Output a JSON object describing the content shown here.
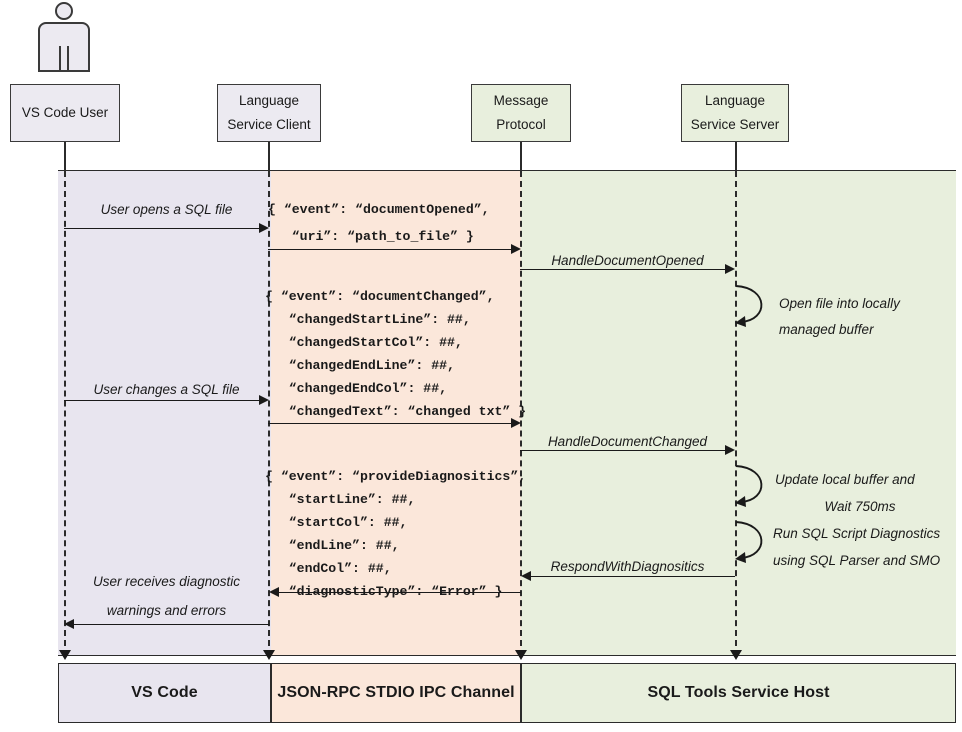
{
  "diagram": {
    "title": "SQL Tools Service language protocol sequence diagram",
    "colors": {
      "vscode_band": "#e8e5ef",
      "ipc_band": "#fbe7da",
      "service_band": "#e8efdd",
      "stroke": "#2b2b2b"
    }
  },
  "actor": {
    "name": "actor-figure"
  },
  "lifelines": [
    {
      "id": "vs-code-user",
      "line1": "VS Code User",
      "line2": ""
    },
    {
      "id": "language-service-client",
      "line1": "Language",
      "line2": "Service Client"
    },
    {
      "id": "message-protocol",
      "line1": "Message",
      "line2": "Protocol"
    },
    {
      "id": "language-service-server",
      "line1": "Language",
      "line2": "Service Server"
    }
  ],
  "messages": {
    "user_opens": "User opens a SQL file",
    "user_changes": "User changes a SQL file",
    "user_receives_l1": "User receives diagnostic",
    "user_receives_l2": "warnings and errors",
    "handle_document_opened": "HandleDocumentOpened",
    "handle_document_changed": "HandleDocumentChanged",
    "respond_with_diagnostics": "RespondWithDiagnositics"
  },
  "payloads": {
    "document_opened": [
      "{ “event”: “documentOpened”,",
      "   “uri”: “path_to_file” }"
    ],
    "document_changed": [
      "{ “event”: “documentChanged”,",
      "   “changedStartLine”: ##,",
      "   “changedStartCol”: ##,",
      "   “changedEndLine”: ##,",
      "   “changedEndCol”: ##,",
      "   “changedText”: “changed txt” }"
    ],
    "provide_diagnostics": [
      "{ “event”: “provideDiagnositics”,",
      "   “startLine”: ##,",
      "   “startCol”: ##,",
      "   “endLine”: ##,",
      "   “endCol”: ##,",
      "   “diagnosticType”: “Error” }"
    ]
  },
  "self_loops": [
    {
      "id": "open-file",
      "line1": "Open file into locally",
      "line2": "managed buffer"
    },
    {
      "id": "update-buffer",
      "line1": "Update local buffer and",
      "line2": "Wait 750ms"
    },
    {
      "id": "run-diagnostics",
      "line1": "Run SQL Script Diagnostics",
      "line2": "using SQL Parser and SMO"
    }
  ],
  "footer": [
    {
      "id": "vs-code",
      "label": "VS Code"
    },
    {
      "id": "ipc",
      "label": "JSON-RPC STDIO IPC Channel"
    },
    {
      "id": "sql-host",
      "label": "SQL Tools Service Host"
    }
  ]
}
